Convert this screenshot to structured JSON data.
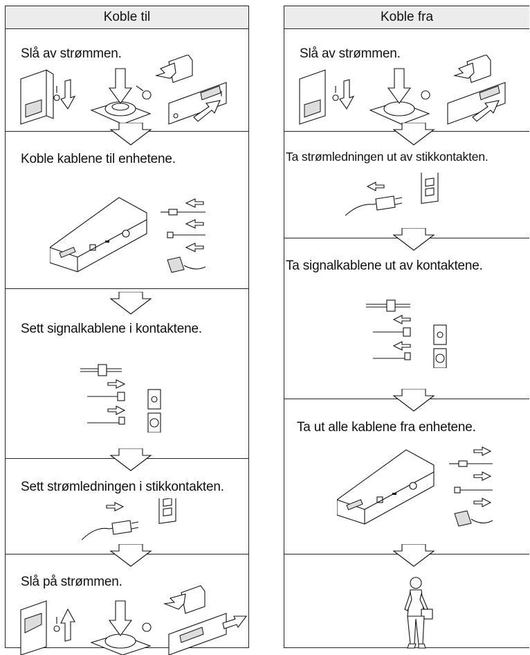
{
  "left": {
    "header": "Koble til",
    "steps": [
      "Slå av strømmen.",
      "Koble kablene til enhetene.",
      "Sett signalkablene i kontaktene.",
      "Sett strømledningen i stikkontakten.",
      "Slå på strømmen."
    ]
  },
  "right": {
    "header": "Koble fra",
    "steps": [
      "Slå av strømmen.",
      "Ta strømledningen ut av stikkontakten.",
      "Ta signalkablene ut av kontaktene.",
      "Ta ut alle kablene fra enhetene.",
      ""
    ]
  },
  "icons": {
    "power_switch": "power-switch-icon",
    "flow_arrow": "down-arrow-icon",
    "person": "person-walking-icon"
  }
}
